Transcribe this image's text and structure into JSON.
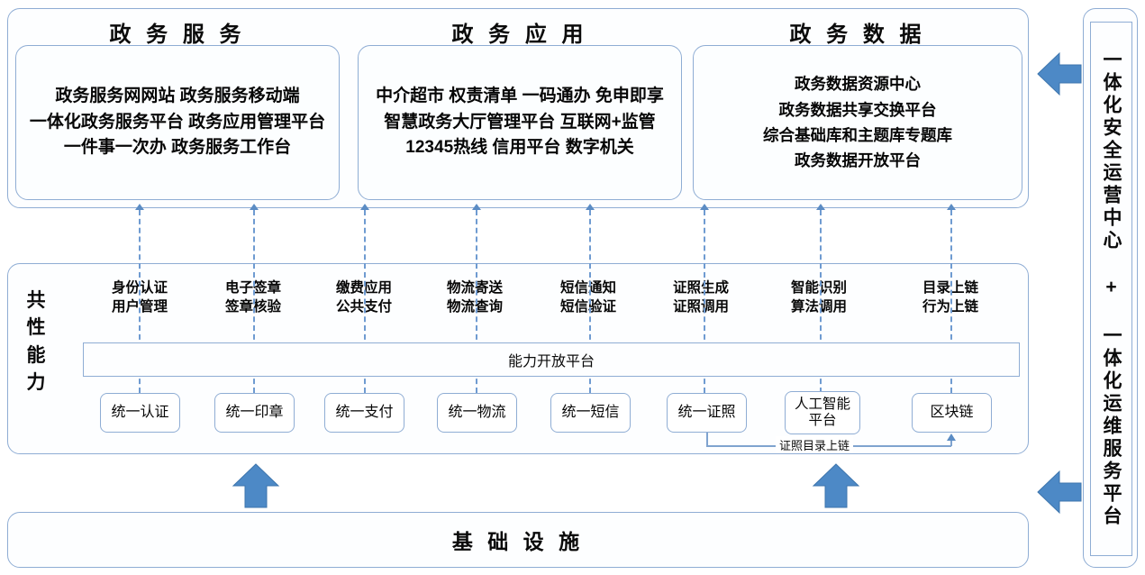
{
  "diagram": {
    "title_accent": "#4a86c5",
    "border_color": "#8fadd4",
    "top_sections": [
      {
        "title": "政 务 服 务",
        "lines": [
          "政务服务网网站 政务服务移动端",
          "一体化政务服务平台 政务应用管理平台",
          "一件事一次办 政务服务工作台"
        ]
      },
      {
        "title": "政 务 应 用",
        "lines": [
          "中介超市 权责清单 一码通办 免申即享",
          "智慧政务大厅管理平台 互联网+监管",
          "12345热线 信用平台 数字机关"
        ]
      },
      {
        "title": "政 务 数 据",
        "lines": [
          "政务数据资源中心",
          "政务数据共享交换平台",
          "综合基础库和主题库专题库",
          "政务数据开放平台"
        ]
      }
    ],
    "middle": {
      "side_label": "共性能力",
      "open_platform_label": "能力开放平台",
      "columns": [
        {
          "labels": [
            "身份认证",
            "用户管理"
          ],
          "box": "统一认证"
        },
        {
          "labels": [
            "电子签章",
            "签章核验"
          ],
          "box": "统一印章"
        },
        {
          "labels": [
            "缴费应用",
            "公共支付"
          ],
          "box": "统一支付"
        },
        {
          "labels": [
            "物流寄送",
            "物流查询"
          ],
          "box": "统一物流"
        },
        {
          "labels": [
            "短信通知",
            "短信验证"
          ],
          "box": "统一短信"
        },
        {
          "labels": [
            "证照生成",
            "证照调用"
          ],
          "box": "统一证照"
        },
        {
          "labels": [
            "智能识别",
            "算法调用"
          ],
          "box": "人工智能\n平台"
        },
        {
          "labels": [
            "目录上链",
            "行为上链"
          ],
          "box": "区块链"
        }
      ],
      "connector_label": "证照目录上链"
    },
    "infrastructure": {
      "label": "基 础 设 施"
    },
    "sidebar": {
      "text": "一体化安全运营中心 + 一体化运维服务平台"
    },
    "arrows": {
      "up_icon": "arrow-up-icon",
      "left_icon": "arrow-left-icon"
    }
  }
}
